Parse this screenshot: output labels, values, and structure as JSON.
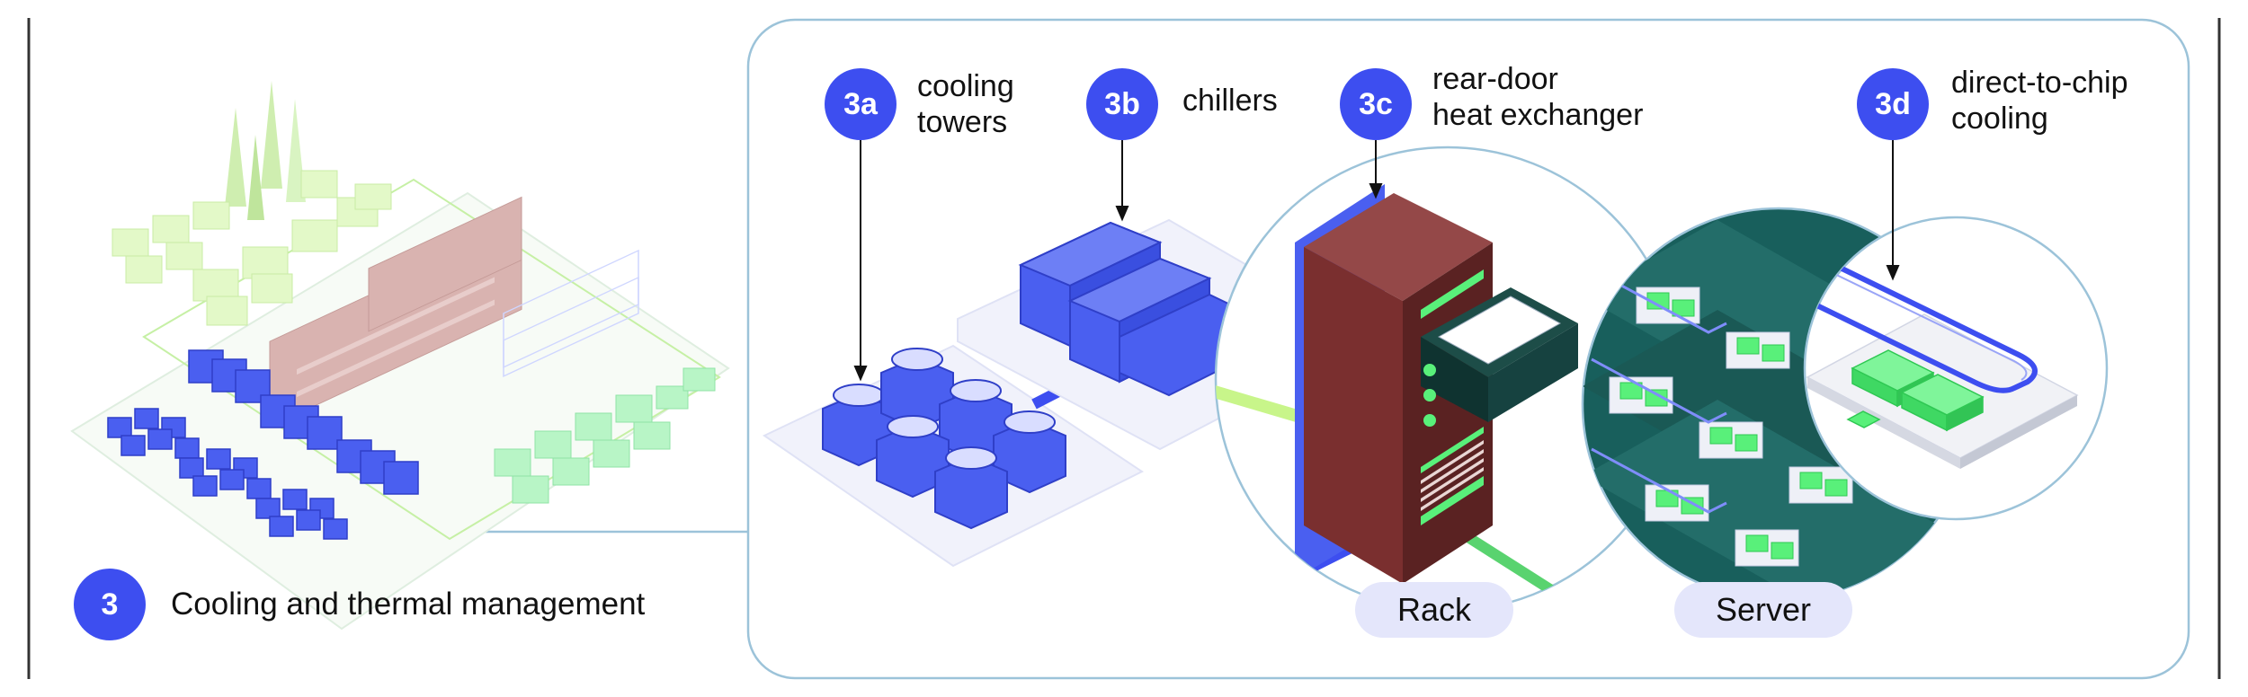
{
  "main": {
    "badge": "3",
    "title": "Cooling and thermal management"
  },
  "steps": [
    {
      "badge": "3a",
      "lines": [
        "cooling",
        "towers"
      ]
    },
    {
      "badge": "3b",
      "lines": [
        "chillers"
      ]
    },
    {
      "badge": "3c",
      "lines": [
        "rear-door",
        "heat exchanger"
      ]
    },
    {
      "badge": "3d",
      "lines": [
        "direct-to-chip",
        "cooling"
      ]
    }
  ],
  "pills": {
    "rack": "Rack",
    "server": "Server"
  },
  "colors": {
    "accent": "#3d4ef0",
    "block": "#4a5ff0",
    "block_dark": "#2f3fc8",
    "rack": "#7a2f2f",
    "green": "#59f07a",
    "pale_green": "#e3f9d4",
    "pink": "#d9b3b0",
    "teal": "#185f5c",
    "pill_bg": "#e4e6fb",
    "frame": "#9cc3d9"
  }
}
